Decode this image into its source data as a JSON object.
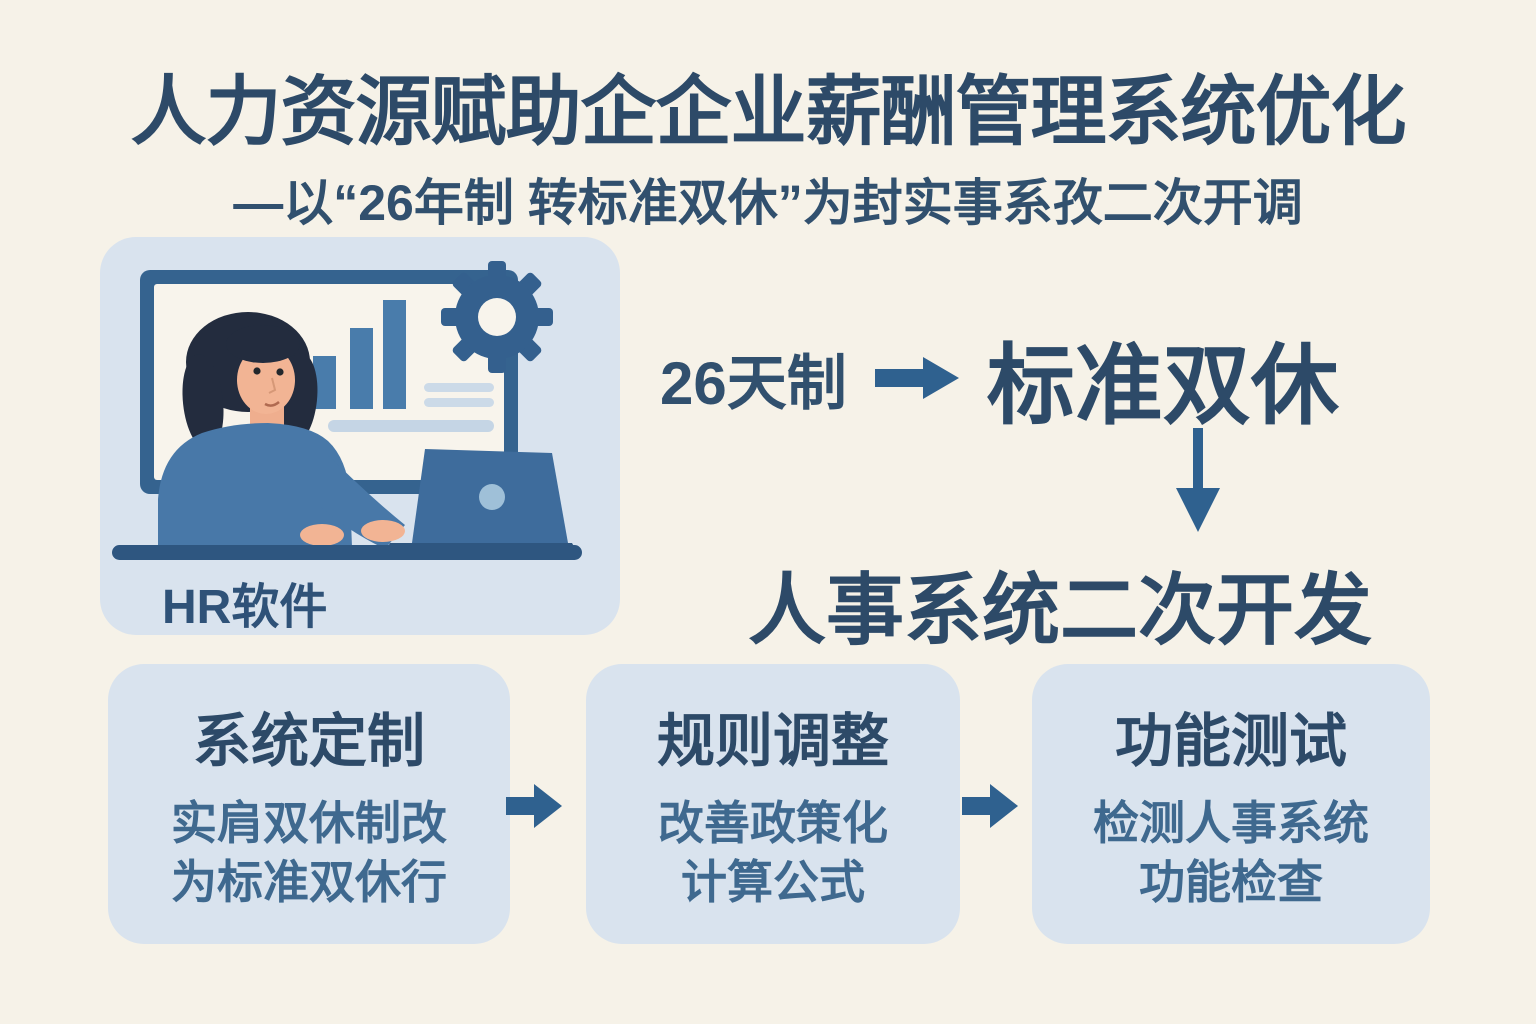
{
  "page": {
    "title": "人力资源赋助企企业薪酬管理系统优化",
    "subtitle": "—以“26年制 转标准双休”为封实事系孜二次开调"
  },
  "illustration_card": {
    "label": "HR软件",
    "icons": [
      "monitor-icon",
      "bar-chart-icon",
      "gear-icon",
      "woman-figure",
      "laptop-icon",
      "desk-line"
    ]
  },
  "flow": {
    "source": "26天制",
    "target": "标准双休",
    "result": "人事系统二次开发",
    "right_arrow_icon": "→",
    "down_arrow_icon": "↓"
  },
  "steps": [
    {
      "title": "系统定制",
      "line1": "实肩双休制改",
      "line2": "为标准双休行"
    },
    {
      "title": "规则调整",
      "line1": "改善政策化",
      "line2": "计算公式"
    },
    {
      "title": "功能测试",
      "line1": "检测人事系统",
      "line2": "功能检查"
    }
  ],
  "colors": {
    "background": "#f6f2e8",
    "card_bg": "#d9e3ee",
    "text_dark": "#2d4a68",
    "text_mid": "#3f698f",
    "arrow": "#2f618f"
  }
}
